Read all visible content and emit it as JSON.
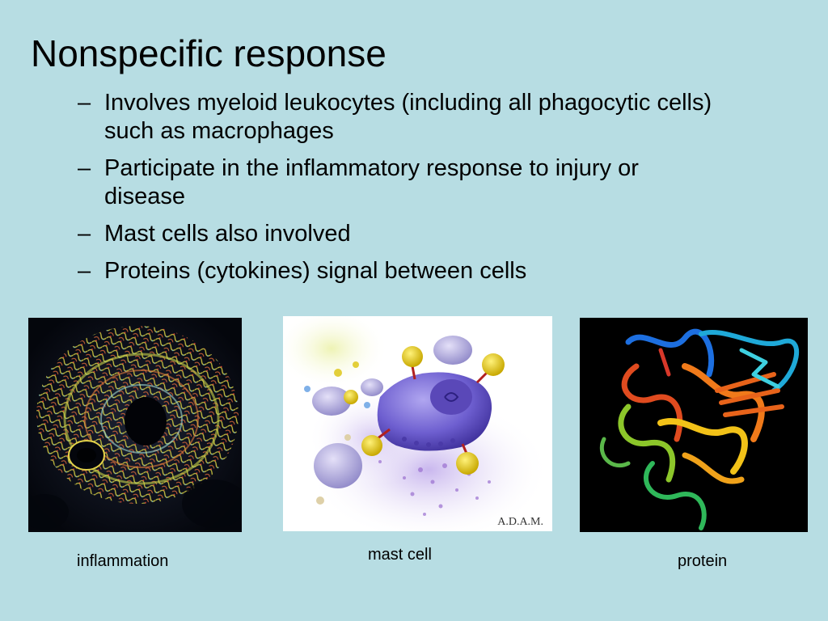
{
  "slide": {
    "title": "Nonspecific response",
    "bullets": [
      {
        "marker": "–",
        "text": "Involves myeloid leukocytes (including all phagocytic cells) such as macrophages"
      },
      {
        "marker": "–",
        "text": "Participate in the inflammatory response to injury or disease"
      },
      {
        "marker": "–",
        "text": "Mast cells also involved"
      },
      {
        "marker": "–",
        "text": "Proteins (cytokines) signal between cells"
      }
    ]
  },
  "figures": {
    "inflammation": {
      "caption": "inflammation"
    },
    "mast_cell": {
      "caption": "mast cell",
      "watermark": "A.D.A.M."
    },
    "protein": {
      "caption": "protein"
    }
  },
  "colors": {
    "background": "#b7dde3",
    "text": "#000000"
  }
}
